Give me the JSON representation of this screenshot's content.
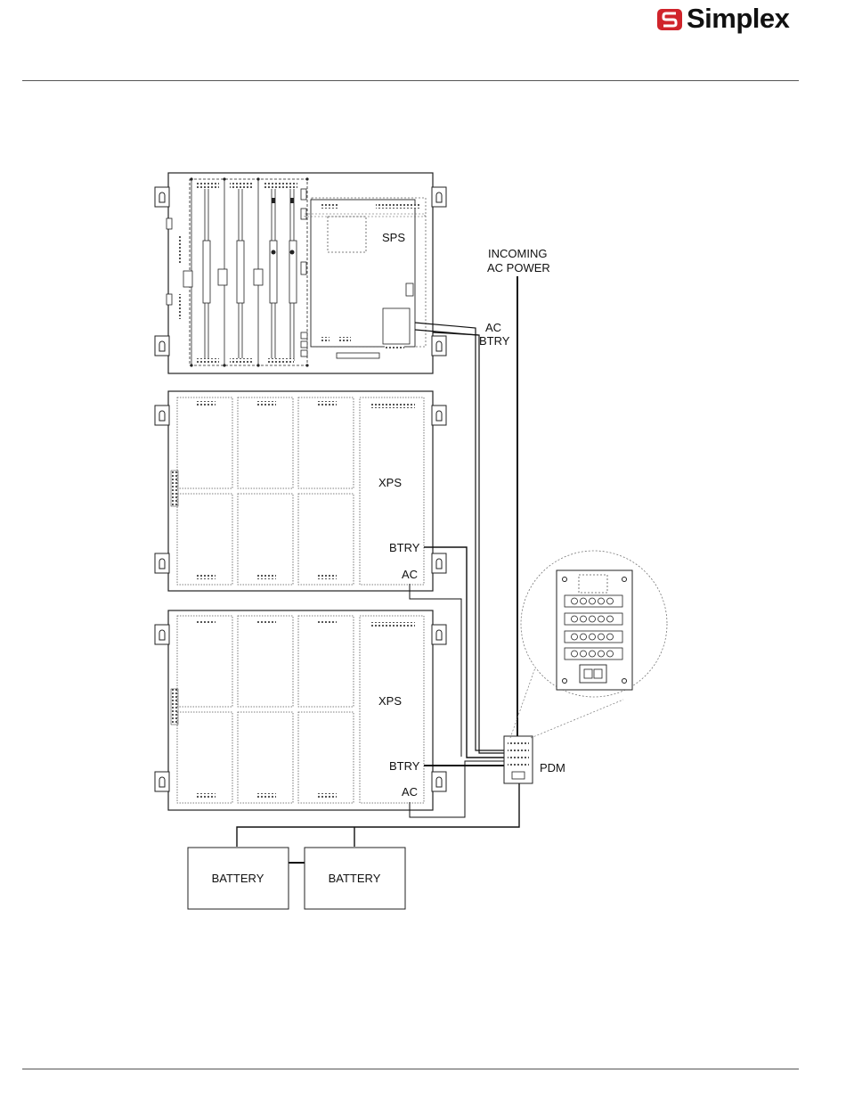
{
  "header": {
    "brand": "Simplex",
    "brand_color": "#d0242b"
  },
  "diagram": {
    "sps_label": "SPS",
    "xps_label": "XPS",
    "btry_label": "BTRY",
    "ac_label": "AC",
    "incoming_line1": "INCOMING",
    "incoming_line2": "AC POWER",
    "pdm_label": "PDM",
    "battery_label": "BATTERY"
  }
}
